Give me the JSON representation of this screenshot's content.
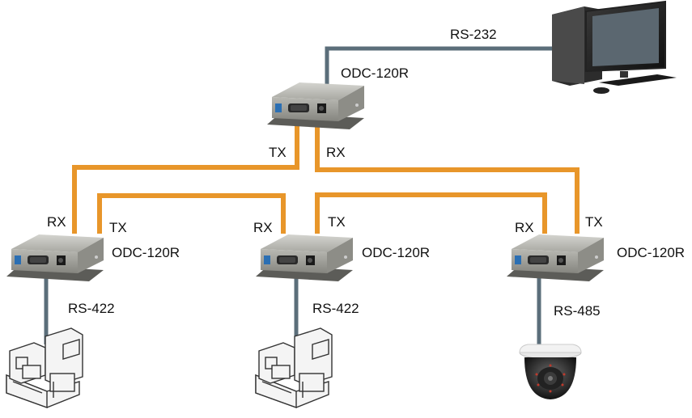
{
  "links": {
    "pc_serial": "RS-232",
    "left_serial": "RS-422",
    "middle_serial": "RS-422",
    "right_serial": "RS-485"
  },
  "converters": {
    "hub": {
      "model": "ODC-120R",
      "port_left": "TX",
      "port_right": "RX"
    },
    "left": {
      "model": "ODC-120R",
      "port_left": "RX",
      "port_right": "TX"
    },
    "middle": {
      "model": "ODC-120R",
      "port_left": "RX",
      "port_right": "TX"
    },
    "right": {
      "model": "ODC-120R",
      "port_left": "RX",
      "port_right": "TX"
    }
  },
  "colors": {
    "fiber": "#e8962a",
    "serial_cable": "#5b6e7a",
    "device_body": "#a9a9a4"
  },
  "devices": {
    "computer": "desktop-computer-icon",
    "left_endpoint": "industrial-machine-icon",
    "middle_endpoint": "industrial-machine-icon",
    "right_endpoint": "dome-camera-icon"
  }
}
